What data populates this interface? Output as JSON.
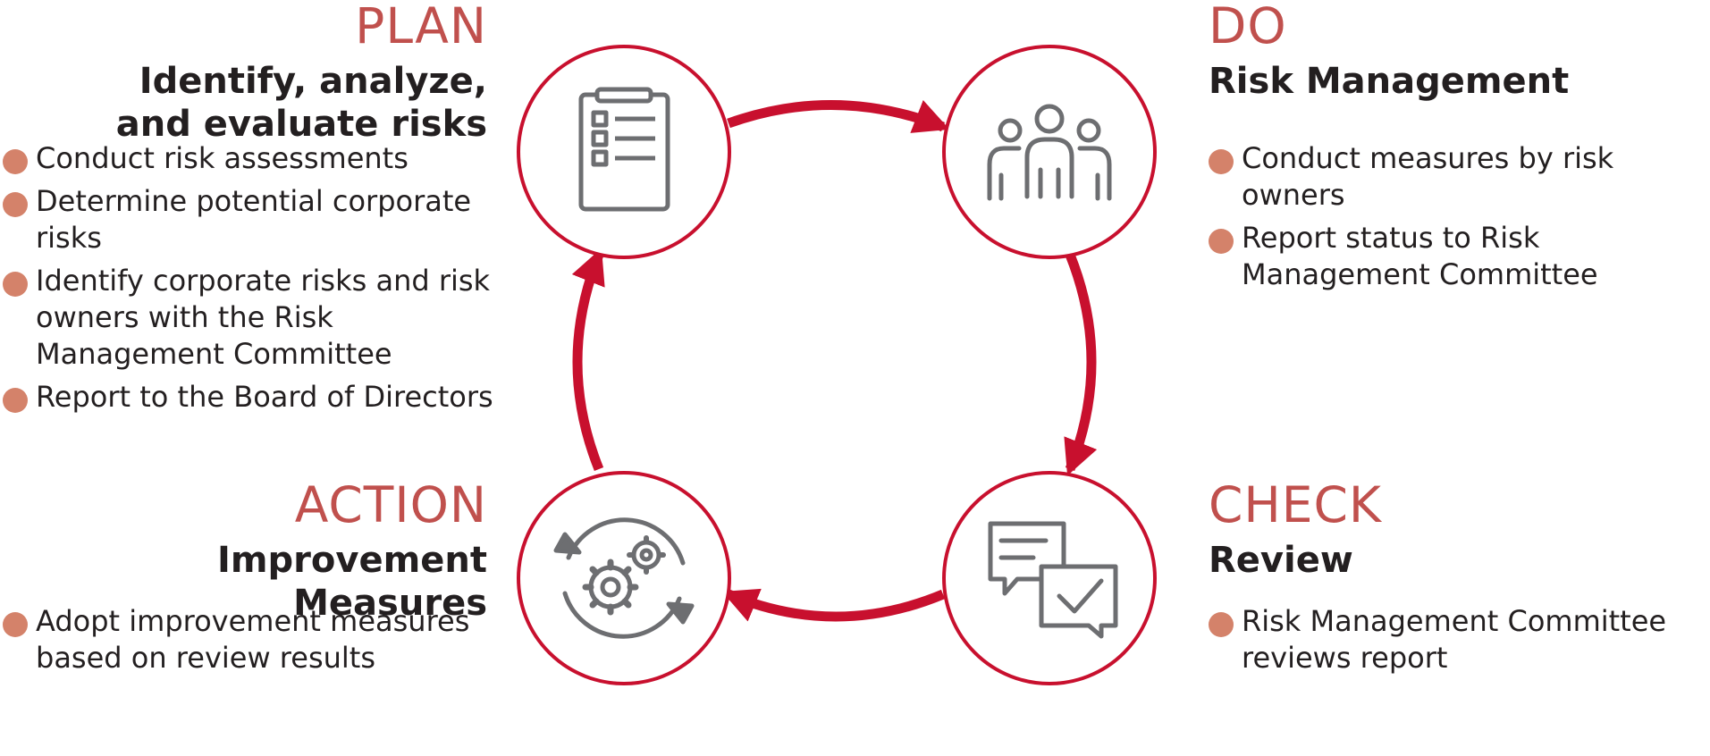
{
  "colors": {
    "accent": "#c8102e",
    "phase": "#c0504d",
    "bullet": "#d4826a",
    "icon": "#6d6e71",
    "text": "#231f20"
  },
  "plan": {
    "phase": "PLAN",
    "subtitle_line1": "Identify, analyze,",
    "subtitle_line2": "and evaluate risks",
    "icon": "clipboard-checklist-icon",
    "items": [
      "Conduct risk assessments",
      "Determine potential corporate risks",
      "Identify corporate risks and risk owners with the Risk Management Committee",
      "Report to the Board of Directors"
    ]
  },
  "do": {
    "phase": "DO",
    "subtitle": "Risk Management",
    "icon": "team-people-icon",
    "items": [
      "Conduct measures by risk owners",
      "Report status to Risk Management Committee"
    ]
  },
  "check": {
    "phase": "CHECK",
    "subtitle": "Review",
    "icon": "chat-review-checkmark-icon",
    "items": [
      "Risk Management Committee reviews report"
    ]
  },
  "action": {
    "phase": "ACTION",
    "subtitle": "Improvement Measures",
    "icon": "gears-refresh-icon",
    "items": [
      "Adopt improvement measures based on review results"
    ]
  }
}
